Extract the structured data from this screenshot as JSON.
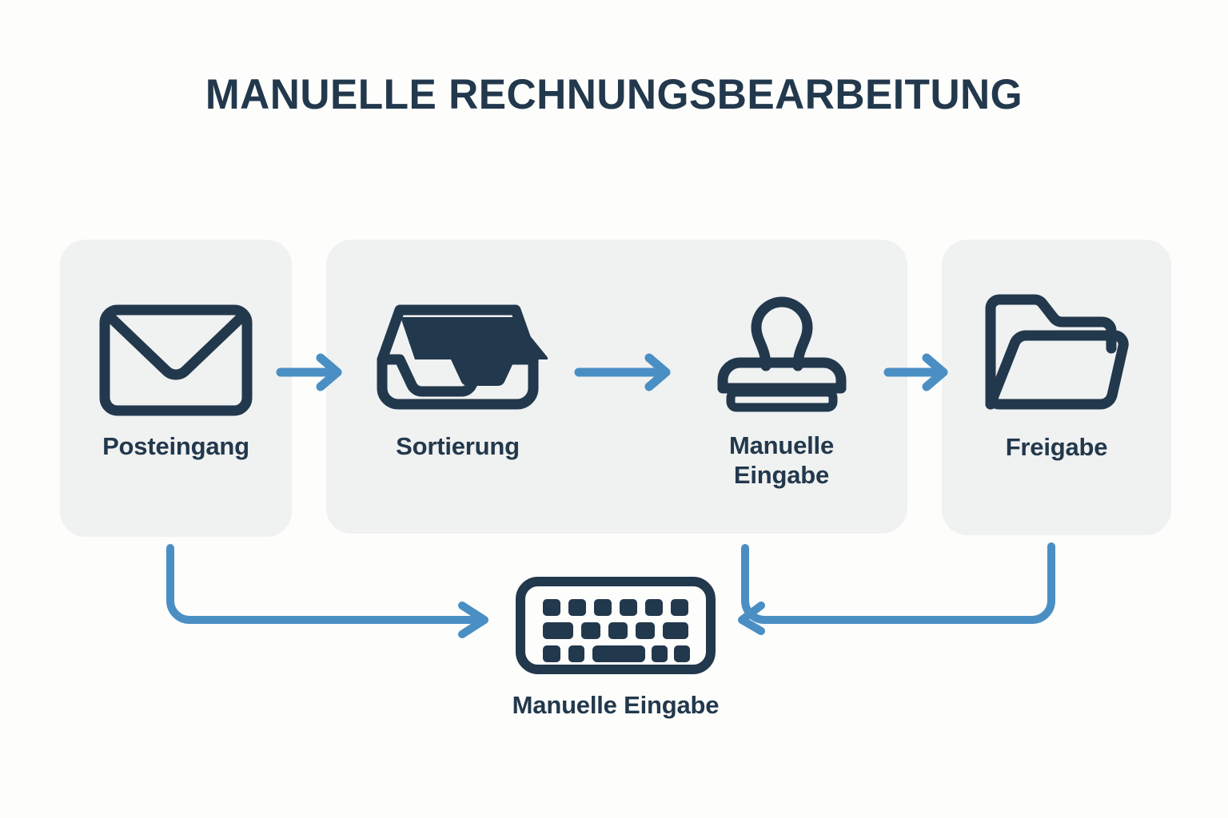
{
  "page": {
    "title": "MANUELLE RECHNUNGSBEARBEITUNG",
    "background_color": "#fdfdfc",
    "accent_color": "#4a8fc4",
    "ink_color": "#22384c",
    "card_color": "#f0f1f1"
  },
  "flow": {
    "steps": [
      {
        "id": "posteingang",
        "label": "Posteingang",
        "icon": "envelope-icon"
      },
      {
        "id": "sortierung",
        "label": "Sortierung",
        "icon": "inbox-tray-icon"
      },
      {
        "id": "manuelle-eingabe",
        "label_line1": "Manuelle",
        "label_line2": "Eingabe",
        "icon": "rubber-stamp-icon"
      },
      {
        "id": "freigabe",
        "label": "Freigabe",
        "icon": "open-folder-icon"
      }
    ],
    "arrows": [
      {
        "id": "arrow-posteingang-sortierung",
        "direction": "right"
      },
      {
        "id": "arrow-sortierung-manuelle-eingabe",
        "direction": "right"
      },
      {
        "id": "arrow-manuelle-eingabe-freigabe",
        "direction": "right"
      }
    ]
  },
  "callout": {
    "label": "Manuelle Eingabe",
    "icon": "keyboard-icon"
  },
  "connectors": [
    {
      "id": "connector-posteingang-to-keyboard",
      "from": "posteingang",
      "to": "keyboard",
      "direction": "right"
    },
    {
      "id": "connector-freigabe-to-manuelle-eingabe",
      "from": "freigabe",
      "to": "manuelle-eingabe",
      "direction": "left"
    }
  ]
}
